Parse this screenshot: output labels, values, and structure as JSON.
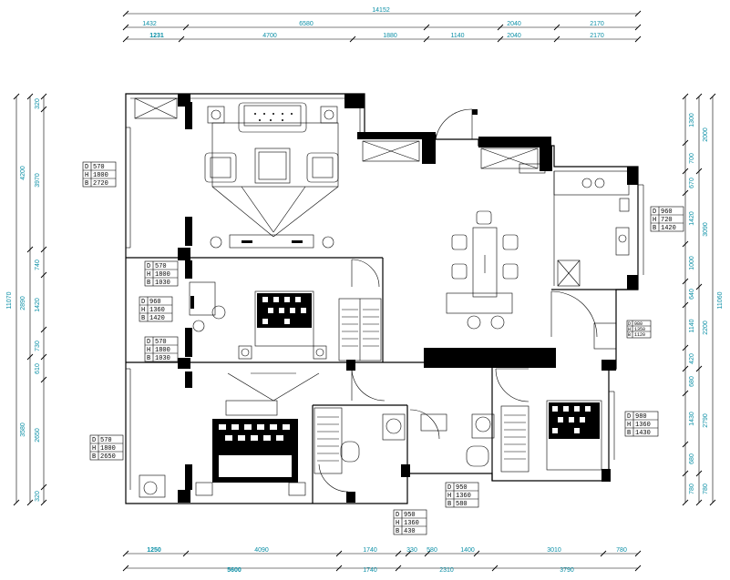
{
  "dimensions": {
    "top_overall": "14152",
    "top_row1": [
      "1432",
      "6580",
      "2040",
      "2170"
    ],
    "top_row2": [
      "1231",
      "4700",
      "1880",
      "1140",
      "2040",
      "2170"
    ],
    "bottom_row1": [
      "1250",
      "4090",
      "1740",
      "330",
      "580",
      "1400",
      "3010",
      "780"
    ],
    "bottom_row2": [
      "5600",
      "1740",
      "2310",
      "3790"
    ],
    "left_overall": "11070",
    "left_row1": [
      "4200",
      "2890",
      "3580"
    ],
    "left_row2": [
      "320",
      "3970",
      "740",
      "1420",
      "730",
      "610",
      "2650",
      "320"
    ],
    "right_overall": "11060",
    "right_row1": [
      "2000",
      "3090",
      "2200",
      "2790",
      "780"
    ],
    "right_row2": [
      "1300",
      "700",
      "670",
      "1420",
      "1000",
      "640",
      "1140",
      "420",
      "680",
      "1430",
      "680",
      "780"
    ]
  },
  "window_tags": [
    {
      "D": "570",
      "H": "1800",
      "B": "2720"
    },
    {
      "D": "570",
      "H": "1800",
      "B": "1030"
    },
    {
      "D": "960",
      "H": "1360",
      "B": "1420"
    },
    {
      "D": "570",
      "H": "1800",
      "B": "1030"
    },
    {
      "D": "570",
      "H": "1800",
      "B": "2650"
    },
    {
      "D": "960",
      "H": "720",
      "B": "1420"
    },
    {
      "D": "980",
      "H": "1350",
      "B": "1120"
    },
    {
      "D": "980",
      "H": "1360",
      "B": "1430"
    },
    {
      "D": "950",
      "H": "1360",
      "B": "580"
    },
    {
      "D": "950",
      "H": "1360",
      "B": "430"
    }
  ],
  "colors": {
    "dimension_text": "#0b8fa6",
    "walls": "#000000",
    "background": "#ffffff"
  }
}
